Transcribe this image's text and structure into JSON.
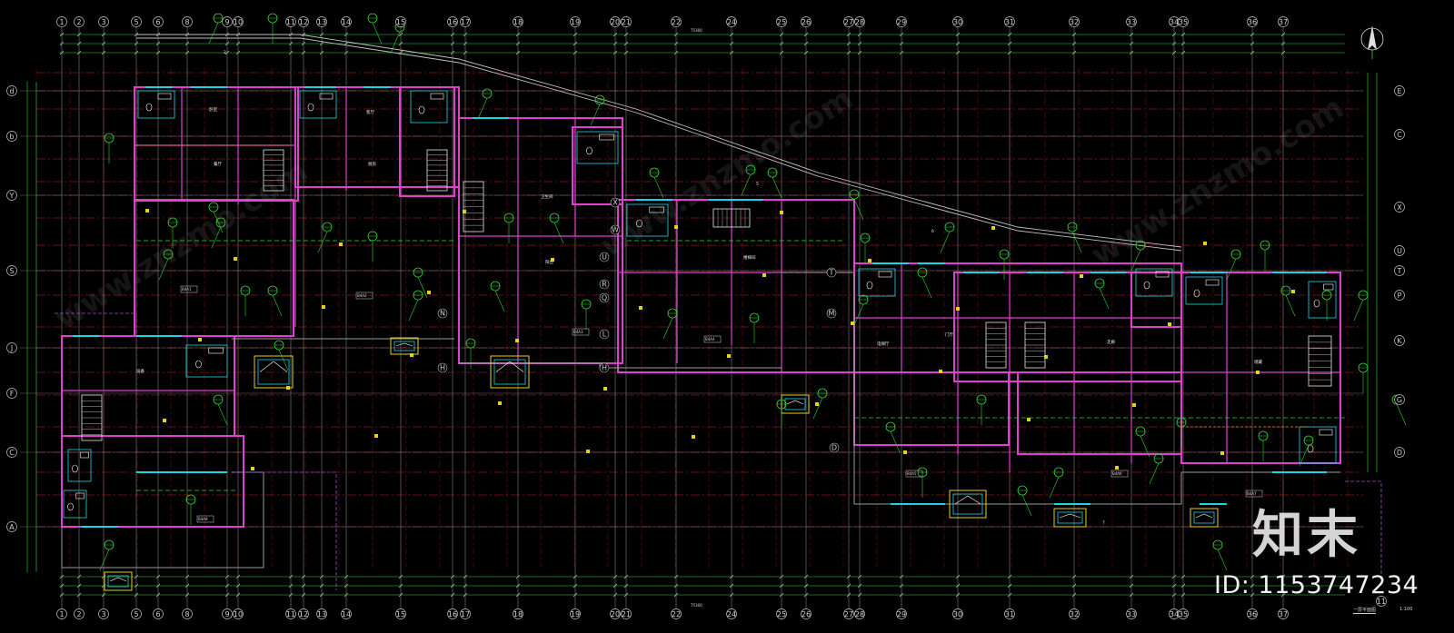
{
  "drawing": {
    "title": "一层平面图",
    "scale": "1:100",
    "overall_dim_top": "75300",
    "overall_dim_bottom": "75300"
  },
  "grid_columns": [
    "1",
    "2",
    "3",
    "5",
    "6",
    "8",
    "9",
    "10",
    "11",
    "12",
    "13",
    "14",
    "15",
    "16",
    "17",
    "18",
    "19",
    "20",
    "21",
    "22",
    "24",
    "25",
    "26",
    "27",
    "28",
    "29",
    "30",
    "31",
    "32",
    "33",
    "34",
    "35",
    "36",
    "37"
  ],
  "grid_rows_left": [
    "d",
    "b",
    "Y",
    "S",
    "J",
    "F",
    "C",
    "A"
  ],
  "grid_rows_right": [
    "E",
    "C",
    "X",
    "U",
    "T",
    "P",
    "K",
    "G",
    "D"
  ],
  "grid_rows_mid": [
    "X",
    "W",
    "U",
    "T",
    "R",
    "Q",
    "N",
    "L",
    "H",
    "H",
    "M",
    "D"
  ],
  "room_tags": [
    "B4A1",
    "B4A2",
    "B4A3",
    "B4A4",
    "B4A5",
    "B4A6",
    "B4A7",
    "B4A8"
  ],
  "room_labels": [
    "卧室",
    "客厅",
    "餐厅",
    "厨房",
    "卫生间",
    "阳台",
    "楼梯间",
    "电梯厅",
    "门厅",
    "走廊",
    "储藏",
    "设备"
  ],
  "section_marks": [
    "2",
    "5",
    "6",
    "7"
  ],
  "watermark": "www.znzmo.com",
  "brand": "知末",
  "id_text": "ID: 1153747234",
  "colors": {
    "background": "#000000",
    "grid_line": "#c8c8c8",
    "axis_red": "#c81e1e",
    "dim_green": "#2ed82e",
    "wall_magenta": "#e040d0",
    "fixture_cyan": "#19d6e6",
    "stair_white": "#e8e8e8",
    "yellow": "#e6d219",
    "annotation_green": "#2ed82e"
  }
}
